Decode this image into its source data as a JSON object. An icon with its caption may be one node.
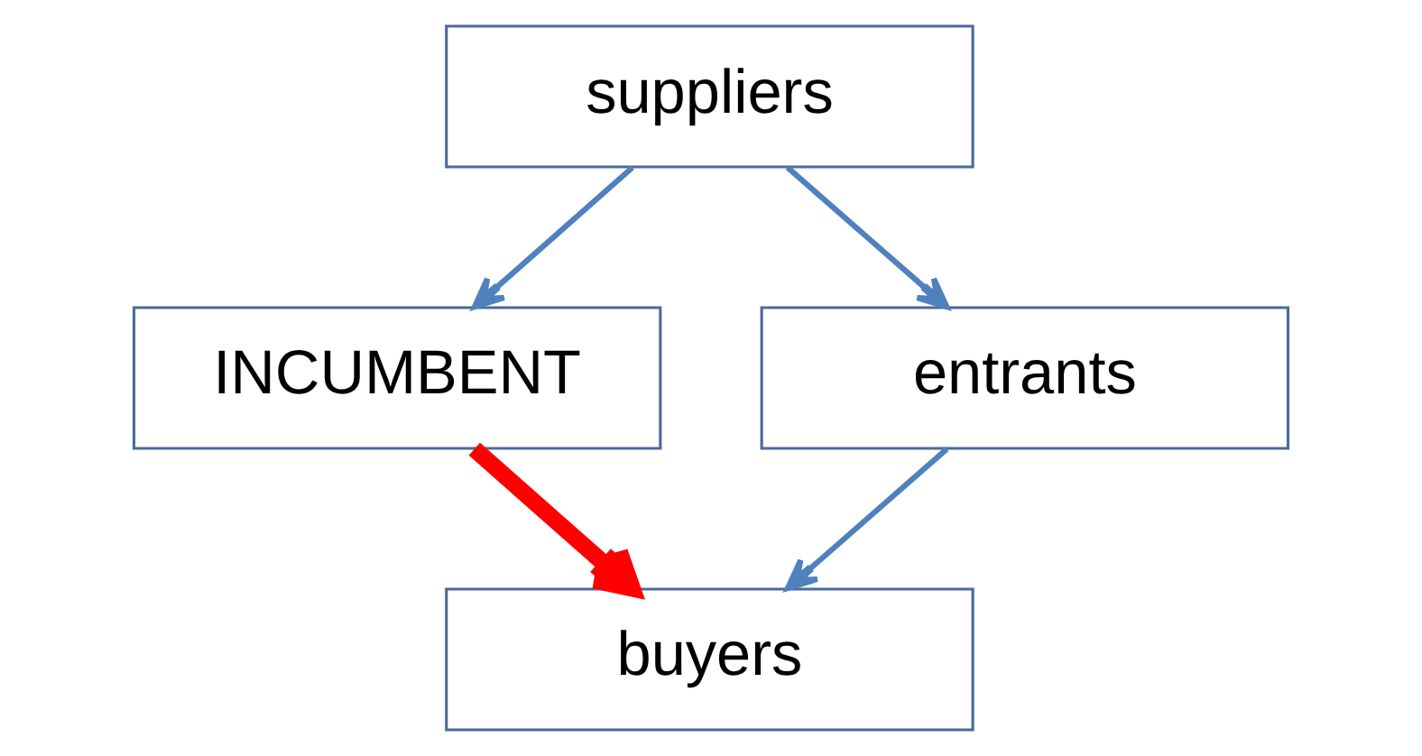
{
  "diagram": {
    "nodes": [
      {
        "text": [
          "suppliers"
        ]
      },
      {
        "text": [
          "INCUMBENT"
        ]
      },
      {
        "text": [
          "entrants"
        ]
      },
      {
        "text": [
          "buyers"
        ]
      }
    ],
    "edges": [
      {
        "from": 0,
        "to": 1,
        "arrow": "to"
      },
      {
        "from": 0,
        "to": 2,
        "arrow": "to"
      },
      {
        "from": 1,
        "to": 3,
        "arrow": "to",
        "style": "thick",
        "color": "#ff0000"
      },
      {
        "from": 2,
        "to": 3,
        "arrow": "to"
      }
    ]
  }
}
